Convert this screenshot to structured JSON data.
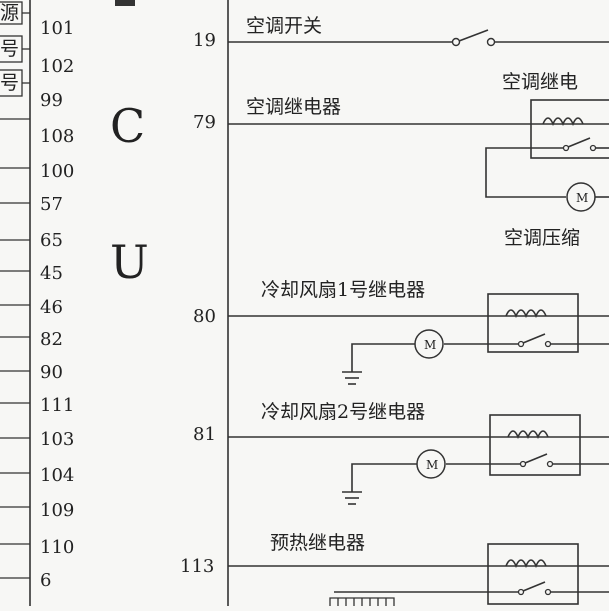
{
  "left_labels": [
    "源",
    "号",
    "号"
  ],
  "left_pins": [
    "101",
    "102",
    "99",
    "108",
    "100",
    "57",
    "65",
    "45",
    "46",
    "82",
    "90",
    "111",
    "103",
    "104",
    "109",
    "110",
    "6"
  ],
  "ecu_letters": [
    "C",
    "U"
  ],
  "pins": [
    "19",
    "79",
    "80",
    "81",
    "113"
  ],
  "labels": {
    "ac_switch": "空调开关",
    "ac_relay": "空调继电器",
    "ac_relay_box": "空调继电",
    "ac_compressor": "空调压缩",
    "fan1_relay": "冷却风扇1号继电器",
    "fan2_relay": "冷却风扇2号继电器",
    "preheat_relay": "预热继电器"
  },
  "motor_symbol": "M"
}
